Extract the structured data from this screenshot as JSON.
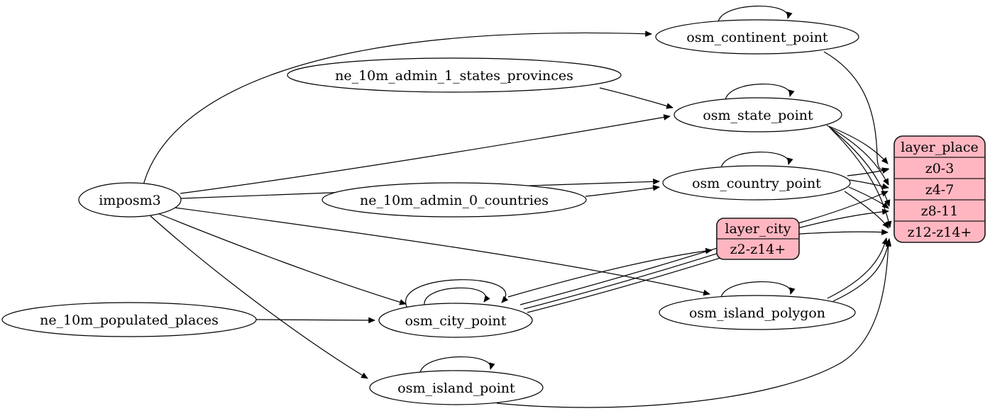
{
  "diagram": {
    "type": "etl-graph",
    "background_color": "#ffffff",
    "edge_color": "#000000",
    "layer_fill_color": "#ffb6c1",
    "nodes": {
      "imposm3": {
        "label": "imposm3",
        "kind": "source"
      },
      "ne_10m_admin_1_states_provinces": {
        "label": "ne_10m_admin_1_states_provinces",
        "kind": "source"
      },
      "ne_10m_admin_0_countries": {
        "label": "ne_10m_admin_0_countries",
        "kind": "source"
      },
      "ne_10m_populated_places": {
        "label": "ne_10m_populated_places",
        "kind": "source"
      },
      "osm_continent_point": {
        "label": "osm_continent_point",
        "kind": "table",
        "self_loops": 1
      },
      "osm_state_point": {
        "label": "osm_state_point",
        "kind": "table",
        "self_loops": 1
      },
      "osm_country_point": {
        "label": "osm_country_point",
        "kind": "table",
        "self_loops": 1
      },
      "osm_city_point": {
        "label": "osm_city_point",
        "kind": "table",
        "self_loops": 2
      },
      "osm_island_polygon": {
        "label": "osm_island_polygon",
        "kind": "table",
        "self_loops": 1
      },
      "osm_island_point": {
        "label": "osm_island_point",
        "kind": "table",
        "self_loops": 1
      }
    },
    "layers": {
      "layer_place": {
        "title": "layer_place",
        "rows": [
          "z0-3",
          "z4-7",
          "z8-11",
          "z12-z14+"
        ]
      },
      "layer_city": {
        "title": "layer_city",
        "rows": [
          "z2-z14+"
        ]
      }
    },
    "edges": [
      {
        "from": "imposm3",
        "to": "osm_continent_point"
      },
      {
        "from": "imposm3",
        "to": "osm_state_point"
      },
      {
        "from": "imposm3",
        "to": "osm_country_point"
      },
      {
        "from": "imposm3",
        "to": "osm_city_point"
      },
      {
        "from": "imposm3",
        "to": "osm_island_polygon"
      },
      {
        "from": "imposm3",
        "to": "osm_island_point"
      },
      {
        "from": "ne_10m_admin_1_states_provinces",
        "to": "osm_state_point"
      },
      {
        "from": "ne_10m_admin_0_countries",
        "to": "osm_country_point"
      },
      {
        "from": "ne_10m_populated_places",
        "to": "osm_city_point"
      },
      {
        "from": "osm_continent_point",
        "to": "osm_continent_point",
        "self": true
      },
      {
        "from": "osm_state_point",
        "to": "osm_state_point",
        "self": true
      },
      {
        "from": "osm_country_point",
        "to": "osm_country_point",
        "self": true
      },
      {
        "from": "osm_city_point",
        "to": "osm_city_point",
        "self": true
      },
      {
        "from": "osm_city_point",
        "to": "osm_city_point",
        "self": true
      },
      {
        "from": "osm_island_polygon",
        "to": "osm_island_polygon",
        "self": true
      },
      {
        "from": "osm_island_point",
        "to": "osm_island_point",
        "self": true
      },
      {
        "from": "osm_continent_point",
        "to": "layer_place:z0-3"
      },
      {
        "from": "osm_state_point",
        "to": "layer_place:z0-3"
      },
      {
        "from": "osm_state_point",
        "to": "layer_place:z4-7"
      },
      {
        "from": "osm_state_point",
        "to": "layer_place:z8-11"
      },
      {
        "from": "osm_state_point",
        "to": "layer_place:z12-z14+"
      },
      {
        "from": "osm_country_point",
        "to": "layer_place:z0-3"
      },
      {
        "from": "osm_country_point",
        "to": "layer_place:z4-7"
      },
      {
        "from": "osm_country_point",
        "to": "layer_place:z8-11"
      },
      {
        "from": "osm_country_point",
        "to": "layer_place:z12-z14+"
      },
      {
        "from": "osm_city_point",
        "to": "layer_city:z2-z14+"
      },
      {
        "from": "osm_city_point",
        "to": "layer_place:z4-7"
      },
      {
        "from": "osm_city_point",
        "to": "layer_place:z8-11"
      },
      {
        "from": "osm_city_point",
        "to": "layer_place:z12-z14+"
      },
      {
        "from": "osm_island_polygon",
        "to": "layer_place:z12-z14+"
      },
      {
        "from": "osm_island_point",
        "to": "layer_place:z12-z14+"
      }
    ]
  }
}
